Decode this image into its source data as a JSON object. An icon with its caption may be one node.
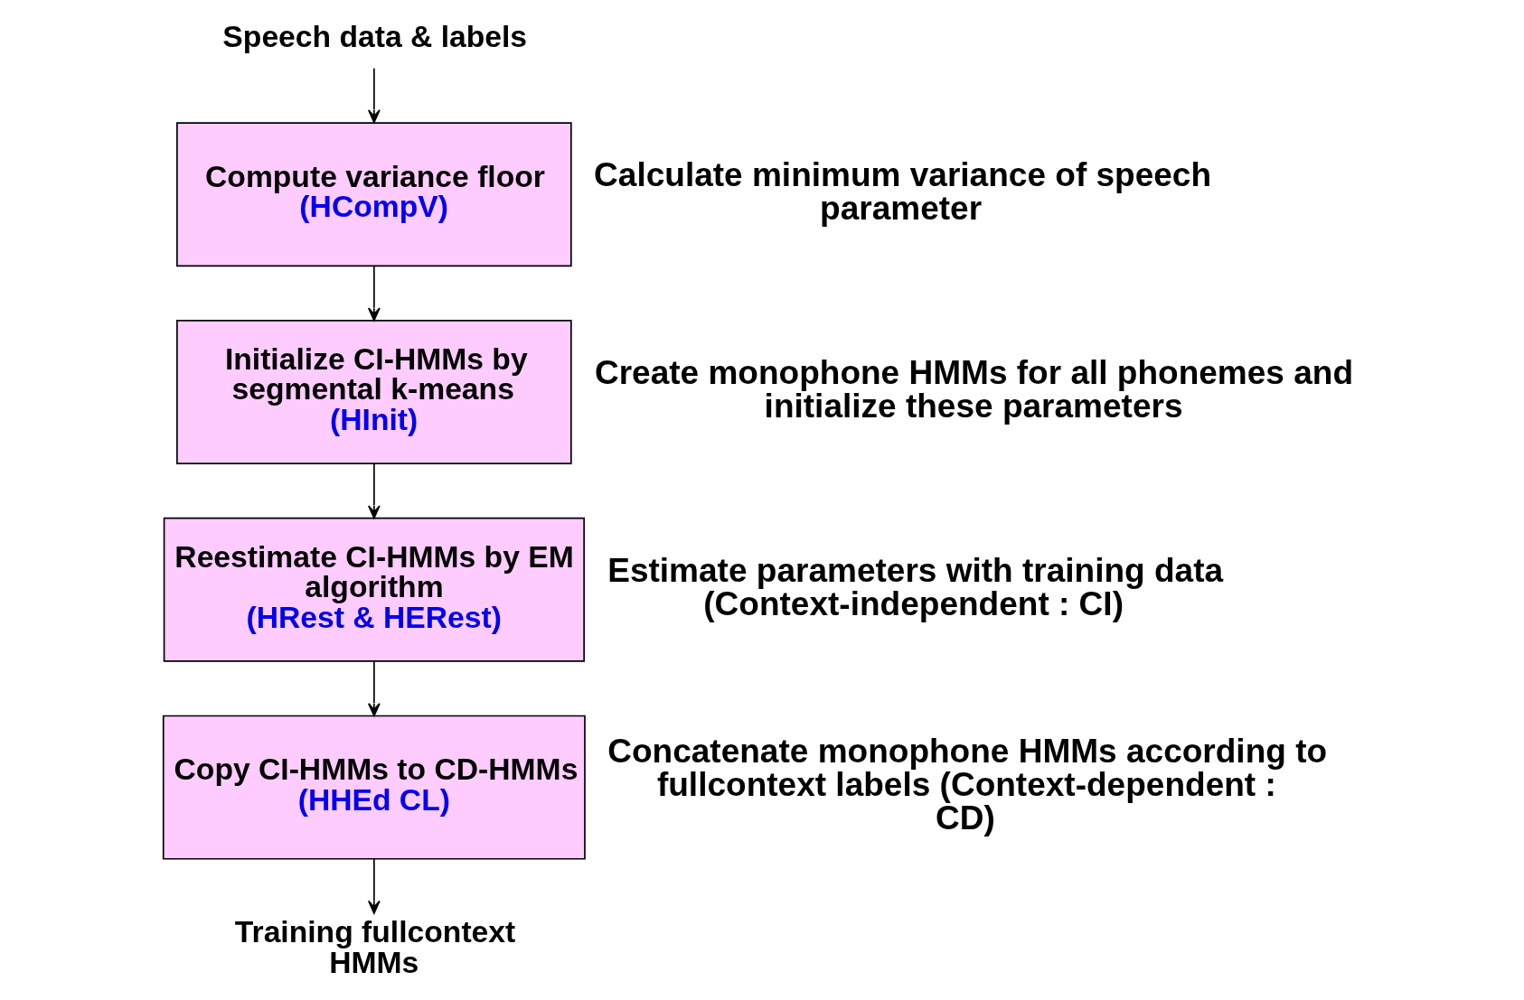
{
  "diagram": {
    "nodes": [
      {
        "text": [
          "Speech data & labels"
        ]
      },
      {
        "text": [
          "Compute variance floor",
          "(HCompV)"
        ],
        "beside": [
          "Calculate minimum variance of speech parameter"
        ]
      },
      {
        "text": [
          "Initialize CI-HMMs by segmental k-means",
          "(HInit)"
        ],
        "beside": [
          "Create monophone HMMs for all phonemes and initialize these parameters"
        ]
      },
      {
        "text": [
          "Reestimate CI-HMMs by EM algorithm",
          "(HRest & HERest)"
        ],
        "beside": [
          "Estimate parameters with training data (Context-independent : CI)"
        ]
      },
      {
        "text": [
          "Copy CI-HMMs to CD-HMMs",
          "(HHEd CL)"
        ],
        "beside": [
          "Concatenate monophone HMMs according to fullcontext labels (Context-dependent : CD)"
        ]
      },
      {
        "text": [
          "Training fullcontext HMMs"
        ]
      }
    ],
    "edges": [
      {
        "from": 0,
        "to": 1,
        "arrow": "to"
      },
      {
        "from": 1,
        "to": 2,
        "arrow": "to"
      },
      {
        "from": 2,
        "to": 3,
        "arrow": "to"
      },
      {
        "from": 3,
        "to": 4,
        "arrow": "to"
      },
      {
        "from": 4,
        "to": 5,
        "arrow": "to"
      }
    ]
  }
}
